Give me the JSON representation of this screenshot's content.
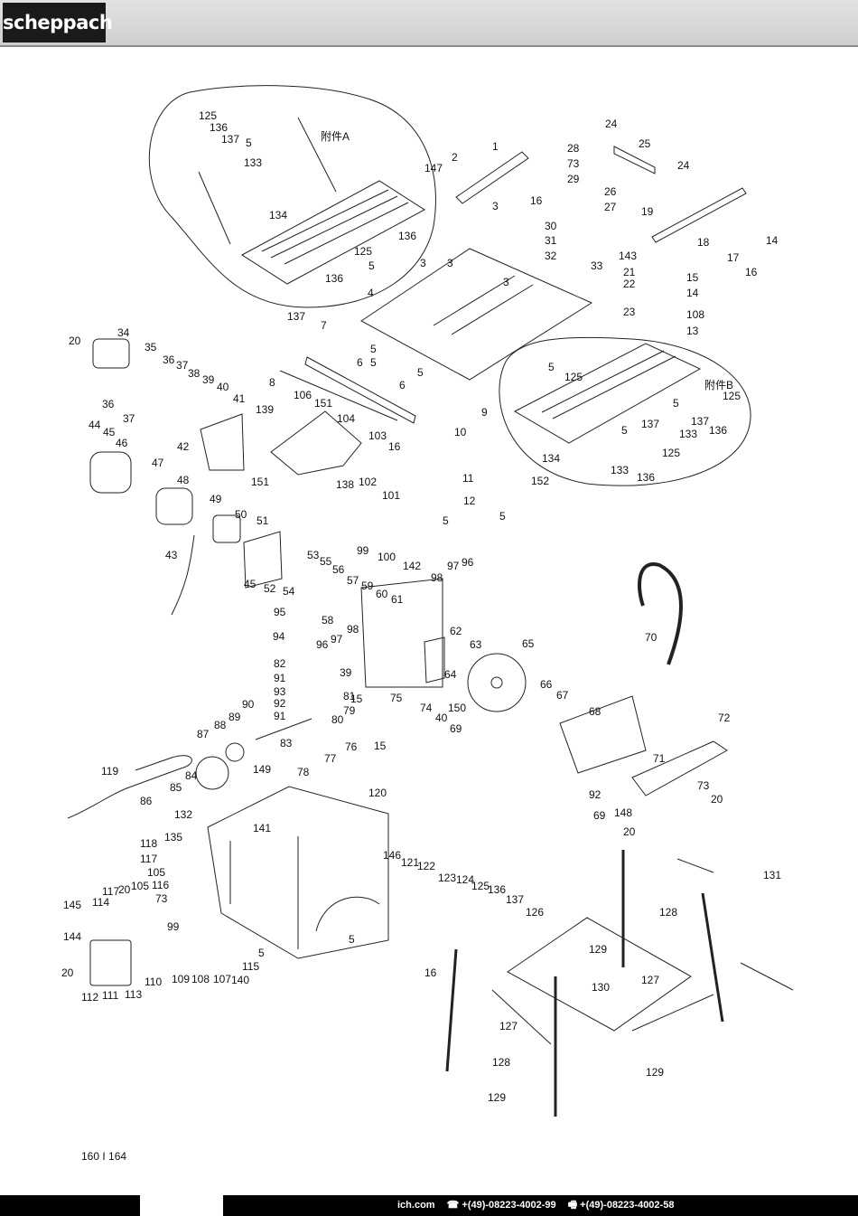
{
  "header": {
    "logo_text": "scheppach"
  },
  "diagram": {
    "labels_top_left": [
      "125",
      "136",
      "137",
      "5",
      "133",
      "134",
      "136",
      "125",
      "5",
      "136",
      "137"
    ],
    "group_a_label": "附件A",
    "group_b_label": "附件B",
    "labels_main": [
      "1",
      "2",
      "147",
      "3",
      "3",
      "3",
      "3",
      "4",
      "5",
      "5",
      "5",
      "6",
      "6",
      "7",
      "8",
      "28",
      "73",
      "29",
      "16",
      "30",
      "31",
      "32",
      "33",
      "24",
      "25",
      "26",
      "27",
      "24",
      "19",
      "18",
      "17",
      "14",
      "16",
      "143",
      "21",
      "15",
      "22",
      "14",
      "23",
      "108",
      "13"
    ],
    "labels_left": [
      "20",
      "34",
      "35",
      "36",
      "37",
      "38",
      "39",
      "40",
      "41",
      "36",
      "37",
      "44",
      "45",
      "46",
      "47",
      "42",
      "48",
      "49",
      "50",
      "43",
      "51",
      "45",
      "52",
      "54",
      "53",
      "55",
      "56",
      "57",
      "58",
      "59",
      "60",
      "94",
      "95",
      "82",
      "91",
      "93",
      "92",
      "91",
      "96",
      "97",
      "98",
      "61",
      "62",
      "63",
      "64",
      "65",
      "66",
      "67",
      "150",
      "139",
      "106",
      "151",
      "104",
      "103",
      "16",
      "151",
      "138",
      "102",
      "101",
      "99",
      "100",
      "142",
      "10",
      "9",
      "11",
      "12",
      "5",
      "152",
      "5",
      "97",
      "96",
      "98"
    ],
    "labels_lower": [
      "90",
      "89",
      "88",
      "87",
      "83",
      "84",
      "85",
      "86",
      "132",
      "149",
      "78",
      "77",
      "76",
      "75",
      "74",
      "40",
      "69",
      "15",
      "80",
      "81",
      "79",
      "39",
      "15",
      "119",
      "135",
      "118",
      "117",
      "105",
      "116",
      "73",
      "141",
      "120",
      "146",
      "121",
      "122",
      "123",
      "124",
      "125",
      "136",
      "137",
      "126",
      "145",
      "114",
      "117",
      "20",
      "105",
      "144",
      "99",
      "20",
      "112",
      "111",
      "113",
      "110",
      "109",
      "108",
      "107",
      "115",
      "5",
      "140",
      "5",
      "16"
    ],
    "labels_right": [
      "70",
      "68",
      "71",
      "72",
      "92",
      "148",
      "69",
      "20",
      "73",
      "20",
      "131",
      "128",
      "129",
      "127",
      "130",
      "127",
      "128",
      "129",
      "129"
    ],
    "group_b_extra": [
      "5",
      "125",
      "5",
      "125",
      "137",
      "136",
      "133",
      "134",
      "133",
      "136",
      "125",
      "137",
      "5"
    ],
    "page_number": "160 I 164"
  },
  "footer": {
    "web": "ich.com",
    "phone": "☎ +(49)-08223-4002-99",
    "fax": "🖷 +(49)-08223-4002-58"
  },
  "colors": {
    "header_bg": "#d6d6d6",
    "logo_bg": "#1a1a1a",
    "footer_bg": "#000000"
  }
}
